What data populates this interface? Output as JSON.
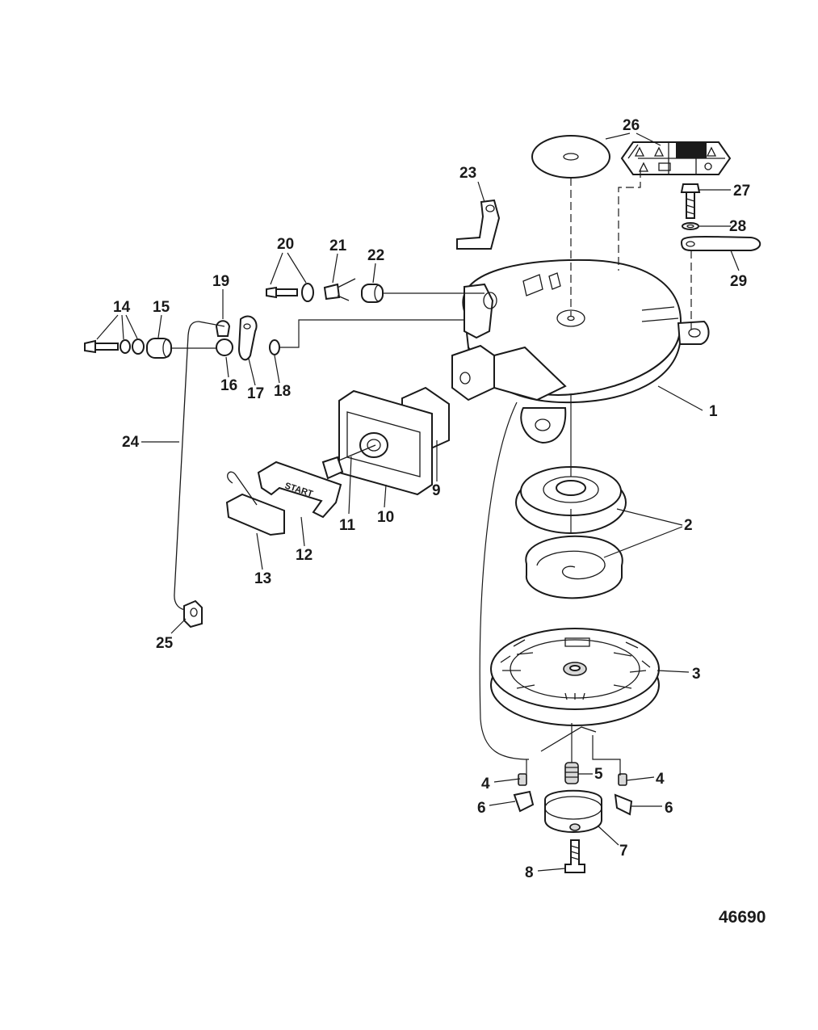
{
  "figure_number": "46690",
  "callouts": [
    "1",
    "2",
    "3",
    "4",
    "5",
    "6",
    "7",
    "8",
    "9",
    "10",
    "11",
    "12",
    "13",
    "14",
    "15",
    "16",
    "17",
    "18",
    "19",
    "20",
    "21",
    "22",
    "23",
    "24",
    "25",
    "26",
    "27",
    "28",
    "29"
  ],
  "start_handle_text": "START"
}
